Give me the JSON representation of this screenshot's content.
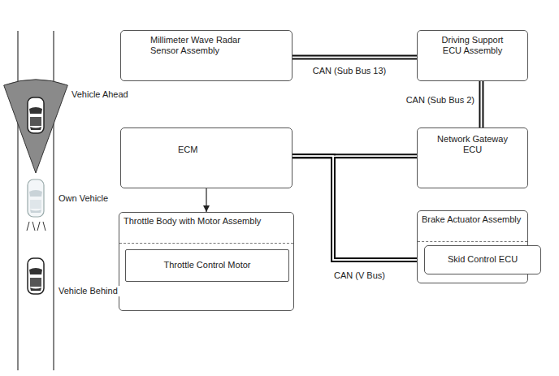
{
  "diagram": {
    "nodes": [
      {
        "text": [
          "Millimeter Wave Radar Sensor Assembly"
        ]
      },
      {
        "text": [
          "Driving Support ECU Assembly"
        ]
      },
      {
        "text": [
          "ECM"
        ]
      },
      {
        "text": [
          "Network Gateway ECU"
        ]
      },
      {
        "text": [
          "Throttle Body with Motor Assembly"
        ]
      },
      {
        "text": [
          "Throttle Control Motor"
        ],
        "in": 4
      },
      {
        "text": [
          "Brake Actuator Assembly"
        ]
      },
      {
        "text": [
          "Skid Control ECU"
        ],
        "in": 6
      }
    ],
    "edges": [
      {
        "from": 0,
        "to": 1,
        "arrow": "none",
        "label": "CAN (Sub Bus 13)"
      },
      {
        "from": 1,
        "to": 3,
        "arrow": "none",
        "label": "CAN (Sub Bus 2)"
      },
      {
        "from": 2,
        "to": 3,
        "arrow": "none"
      },
      {
        "from": 2,
        "to": 7,
        "arrow": "none",
        "label": "CAN (V Bus)"
      },
      {
        "from": 2,
        "to": 4,
        "arrow": "to"
      }
    ],
    "labels": [
      "Vehicle Ahead",
      "Own Vehicle",
      "Vehicle Behind"
    ]
  }
}
